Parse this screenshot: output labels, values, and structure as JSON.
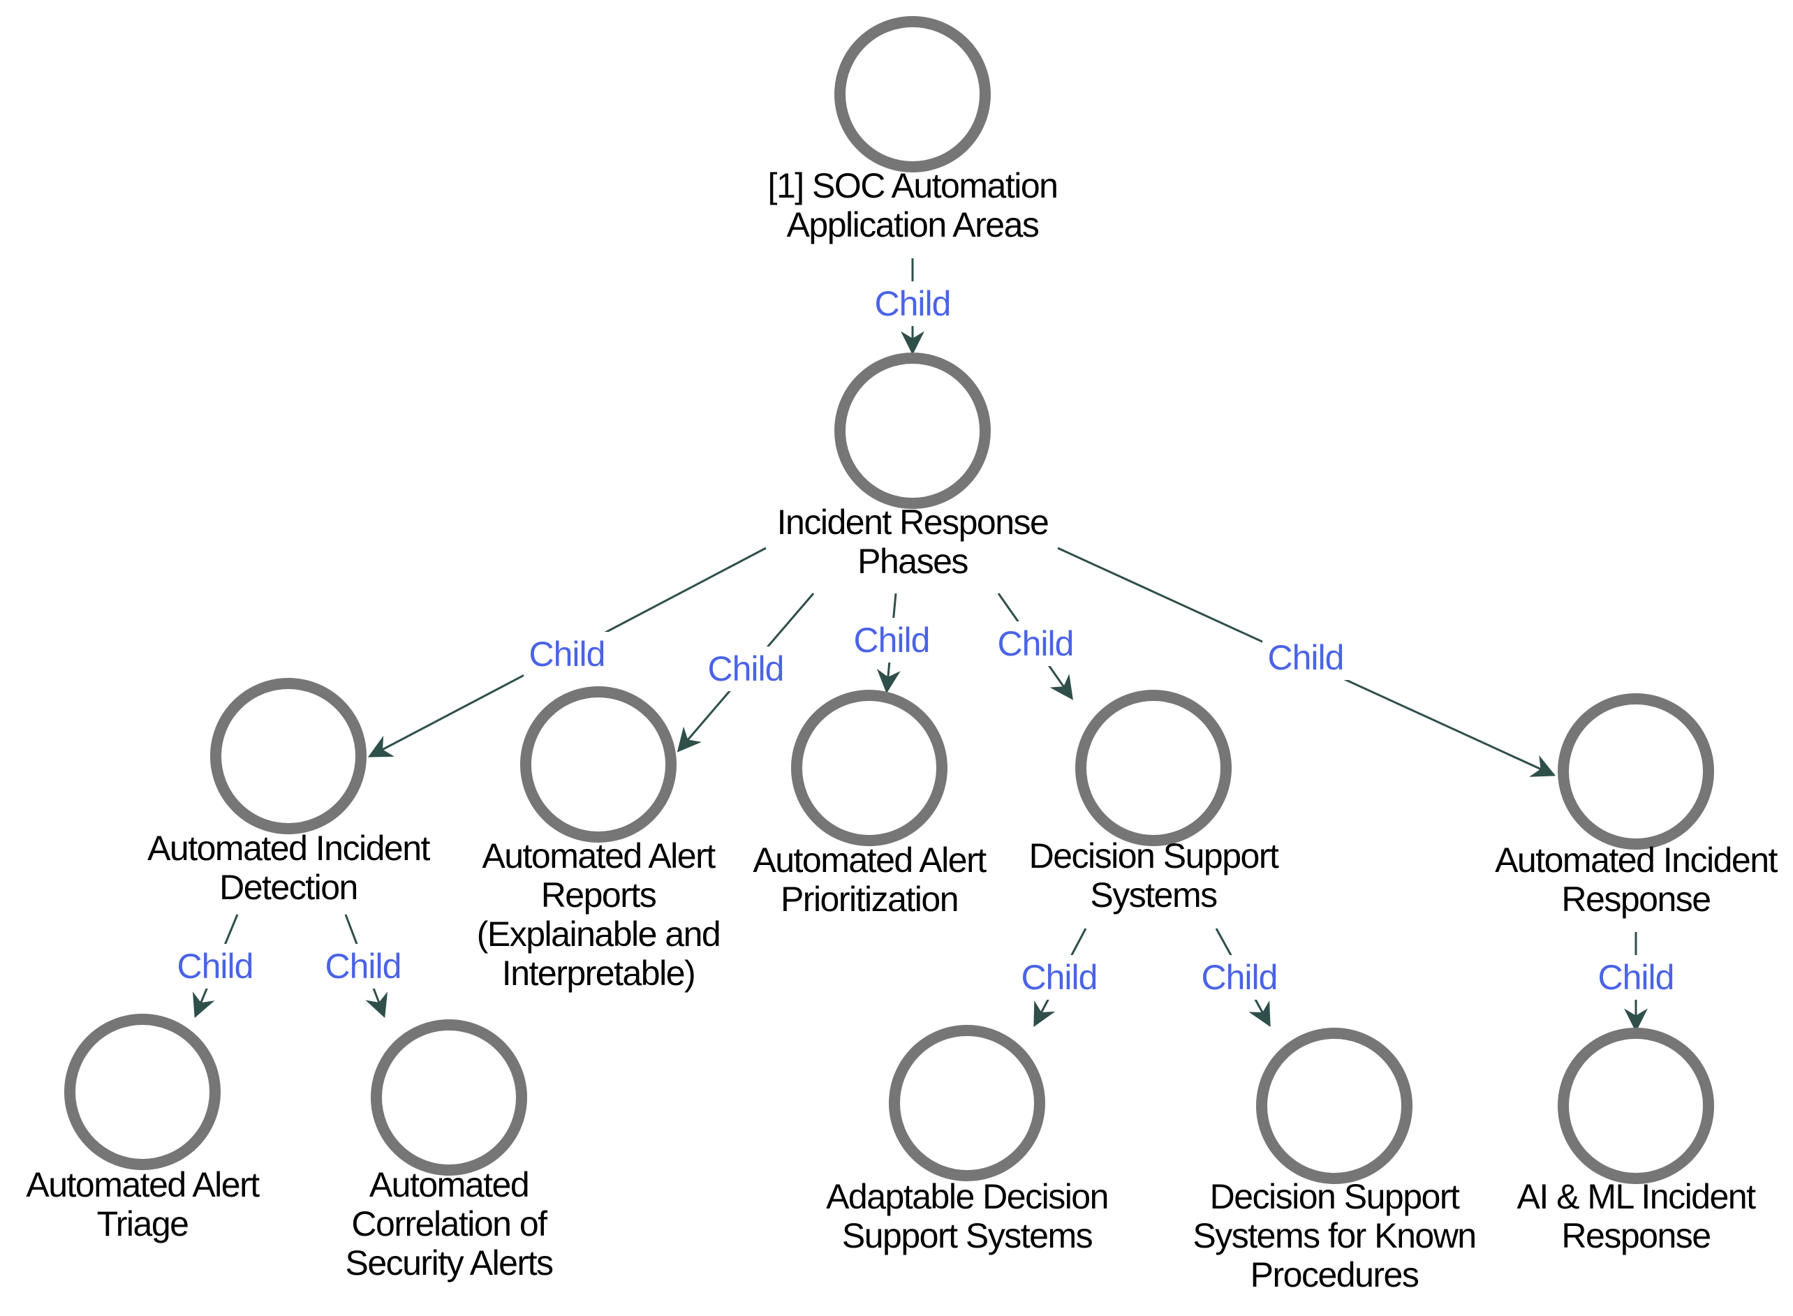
{
  "colors": {
    "node_ring": "#767676",
    "edge_line": "#2f4f4a",
    "edge_label": "#4a63e6",
    "text": "#000000",
    "background": "#ffffff"
  },
  "nodes": [
    {
      "id": "n1",
      "lines": [
        "[1] SOC Automation",
        "Application Areas"
      ]
    },
    {
      "id": "n2",
      "lines": [
        "Incident Response",
        "Phases"
      ]
    },
    {
      "id": "n3",
      "lines": [
        "Automated Incident",
        "Detection"
      ]
    },
    {
      "id": "n4",
      "lines": [
        "Automated Alert",
        "Reports",
        "(Explainable and",
        "Interpretable)"
      ]
    },
    {
      "id": "n5",
      "lines": [
        "Automated Alert",
        "Prioritization"
      ]
    },
    {
      "id": "n6",
      "lines": [
        "Decision Support",
        "Systems"
      ]
    },
    {
      "id": "n7",
      "lines": [
        "Automated Incident",
        "Response"
      ]
    },
    {
      "id": "n8",
      "lines": [
        "Automated Alert",
        "Triage"
      ]
    },
    {
      "id": "n9",
      "lines": [
        "Automated",
        "Correlation of",
        "Security Alerts"
      ]
    },
    {
      "id": "n10",
      "lines": [
        "Adaptable Decision",
        "Support Systems"
      ]
    },
    {
      "id": "n11",
      "lines": [
        "Decision Support",
        "Systems for Known",
        "Procedures"
      ]
    },
    {
      "id": "n12",
      "lines": [
        "AI & ML Incident",
        "Response"
      ]
    }
  ],
  "edges": [
    {
      "from": "n1",
      "to": "n2",
      "label": "Child"
    },
    {
      "from": "n2",
      "to": "n3",
      "label": "Child"
    },
    {
      "from": "n2",
      "to": "n4",
      "label": "Child"
    },
    {
      "from": "n2",
      "to": "n5",
      "label": "Child"
    },
    {
      "from": "n2",
      "to": "n6",
      "label": "Child"
    },
    {
      "from": "n2",
      "to": "n7",
      "label": "Child"
    },
    {
      "from": "n3",
      "to": "n8",
      "label": "Child"
    },
    {
      "from": "n3",
      "to": "n9",
      "label": "Child"
    },
    {
      "from": "n6",
      "to": "n10",
      "label": "Child"
    },
    {
      "from": "n6",
      "to": "n11",
      "label": "Child"
    },
    {
      "from": "n7",
      "to": "n12",
      "label": "Child"
    }
  ]
}
